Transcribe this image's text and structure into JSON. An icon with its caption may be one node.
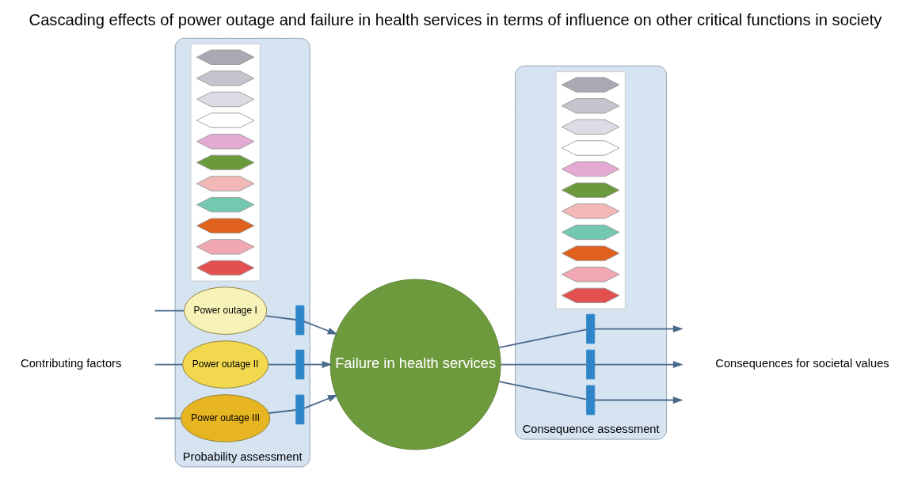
{
  "diagram": {
    "title": "Cascading effects of power outage and failure in health services in terms of influence on other critical functions in society",
    "nodes": [
      {
        "text": [
          "Probability assessment"
        ]
      },
      {
        "text": [
          "Power outage I"
        ],
        "in": 0
      },
      {
        "text": [
          "Power outage II"
        ],
        "in": 0
      },
      {
        "text": [
          "Power outage III"
        ],
        "in": 0
      },
      {
        "text": [],
        "shape": "bar",
        "in": 0
      },
      {
        "text": [],
        "shape": "bar",
        "in": 0
      },
      {
        "text": [],
        "shape": "bar",
        "in": 0
      },
      {
        "text": [],
        "shape": "box",
        "in": 0
      },
      {
        "text": [],
        "shape": "hexagon",
        "in": 7
      },
      {
        "text": [],
        "shape": "hexagon",
        "in": 7
      },
      {
        "text": [],
        "shape": "hexagon",
        "in": 7
      },
      {
        "text": [],
        "shape": "hexagon",
        "in": 7
      },
      {
        "text": [],
        "shape": "hexagon",
        "in": 7
      },
      {
        "text": [],
        "shape": "hexagon",
        "in": 7
      },
      {
        "text": [],
        "shape": "hexagon",
        "in": 7
      },
      {
        "text": [],
        "shape": "hexagon",
        "in": 7
      },
      {
        "text": [],
        "shape": "hexagon",
        "in": 7
      },
      {
        "text": [],
        "shape": "hexagon",
        "in": 7
      },
      {
        "text": [],
        "shape": "hexagon",
        "in": 7
      },
      {
        "text": [
          "Failure in health services"
        ]
      },
      {
        "text": [
          "Consequence assessment"
        ]
      },
      {
        "text": [],
        "shape": "bar",
        "in": 20
      },
      {
        "text": [],
        "shape": "bar",
        "in": 20
      },
      {
        "text": [],
        "shape": "bar",
        "in": 20
      },
      {
        "text": [],
        "shape": "box",
        "in": 20
      },
      {
        "text": [],
        "shape": "hexagon",
        "in": 24
      },
      {
        "text": [],
        "shape": "hexagon",
        "in": 24
      },
      {
        "text": [],
        "shape": "hexagon",
        "in": 24
      },
      {
        "text": [],
        "shape": "hexagon",
        "in": 24
      },
      {
        "text": [],
        "shape": "hexagon",
        "in": 24
      },
      {
        "text": [],
        "shape": "hexagon",
        "in": 24
      },
      {
        "text": [],
        "shape": "hexagon",
        "in": 24
      },
      {
        "text": [],
        "shape": "hexagon",
        "in": 24
      },
      {
        "text": [],
        "shape": "hexagon",
        "in": 24
      },
      {
        "text": [],
        "shape": "hexagon",
        "in": 24
      },
      {
        "text": [],
        "shape": "hexagon",
        "in": 24
      }
    ],
    "edges": [
      {
        "from": null,
        "to": 1,
        "arrow": "none"
      },
      {
        "from": null,
        "to": 2,
        "arrow": "none"
      },
      {
        "from": null,
        "to": 3,
        "arrow": "none"
      },
      {
        "from": 1,
        "to": 4,
        "arrow": "none"
      },
      {
        "from": 2,
        "to": 5,
        "arrow": "none"
      },
      {
        "from": 3,
        "to": 6,
        "arrow": "none"
      },
      {
        "from": 4,
        "to": 19,
        "arrow": "to"
      },
      {
        "from": 5,
        "to": 19,
        "arrow": "to"
      },
      {
        "from": 6,
        "to": 19,
        "arrow": "to"
      },
      {
        "from": 19,
        "to": 21,
        "arrow": "none"
      },
      {
        "from": 19,
        "to": 22,
        "arrow": "none"
      },
      {
        "from": 19,
        "to": 23,
        "arrow": "none"
      },
      {
        "from": 21,
        "to": null,
        "arrow": "to"
      },
      {
        "from": 22,
        "to": null,
        "arrow": "to"
      },
      {
        "from": 23,
        "to": null,
        "arrow": "to"
      }
    ],
    "labels": [
      "Contributing factors",
      "Consequences for societal values"
    ]
  }
}
